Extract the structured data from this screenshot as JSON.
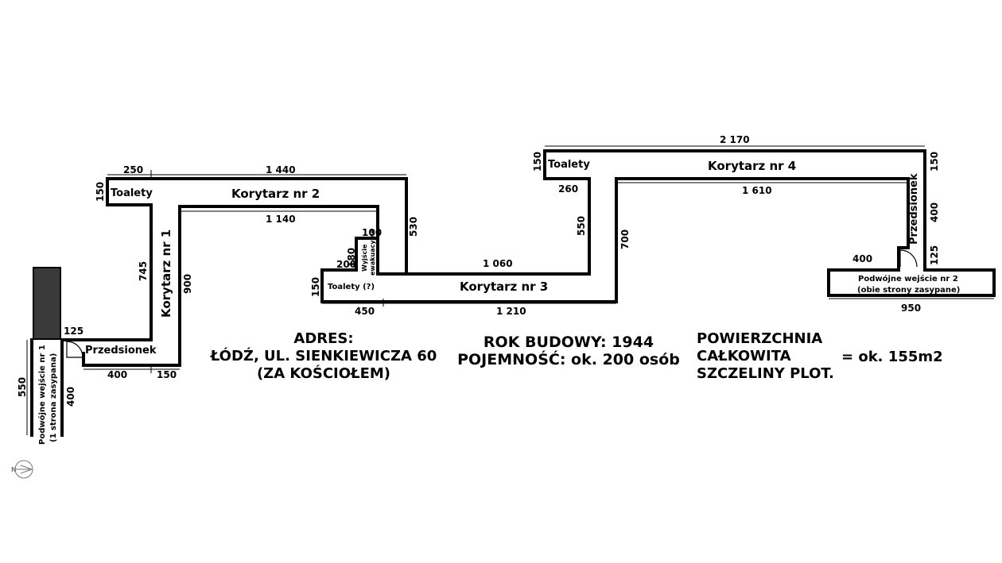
{
  "rooms": {
    "corridor1": "Korytarz nr 1",
    "corridor2": "Korytarz nr 2",
    "corridor3": "Korytarz nr 3",
    "corridor4": "Korytarz nr 4",
    "toilets_left": "Toalety",
    "toilets_mid": "Toalety (?)",
    "toilets_right": "Toalety",
    "vestibule_left": "Przedsionek",
    "vestibule_right": "Przedsionek",
    "emergency_exit": "Wyjście",
    "emergency_exit_2": "ewakuacyjne",
    "entrance1_line1": "Podwójne wejście nr 1",
    "entrance1_line2": "(1 strona zasypana)",
    "entrance2_line1": "Podwójne wejście nr 2",
    "entrance2_line2": "(obie strony zasypane)"
  },
  "dimensions": {
    "d250": "250",
    "d1440": "1 440",
    "d150a": "150",
    "d1140": "1 140",
    "d745": "745",
    "d900": "900",
    "d530": "530",
    "d100": "100",
    "d180": "180",
    "d200": "200",
    "d150b": "150",
    "d450": "450",
    "d1060": "1 060",
    "d1210": "1 210",
    "d550a": "550",
    "d700": "700",
    "d260": "260",
    "d150c": "150",
    "d2170": "2 170",
    "d1610": "1 610",
    "d150d": "150",
    "d400a": "400",
    "d125a": "125",
    "d400b": "400",
    "d950": "950",
    "d125b": "125",
    "d400c": "400",
    "d150e": "150",
    "d550b": "550",
    "d400d": "400"
  },
  "address": {
    "label": "ADRES:",
    "line1": "ŁÓDŹ, UL. SIENKIEWICZA 60",
    "line2": "(ZA KOŚCIOŁEM)"
  },
  "build": {
    "year_label": "ROK BUDOWY:",
    "year_value": "1944",
    "capacity_label": "POJEMNOŚĆ:",
    "capacity_value": "ok. 200 osób"
  },
  "area": {
    "line1": "POWIERZCHNIA",
    "line2": "CAŁKOWITA",
    "line3": "SZCZELINY PLOT.",
    "value": "=  ok. 155m2"
  },
  "compass": {
    "label": "N"
  },
  "colors": {
    "rubble": "#3a3a3a",
    "line": "#000000"
  }
}
